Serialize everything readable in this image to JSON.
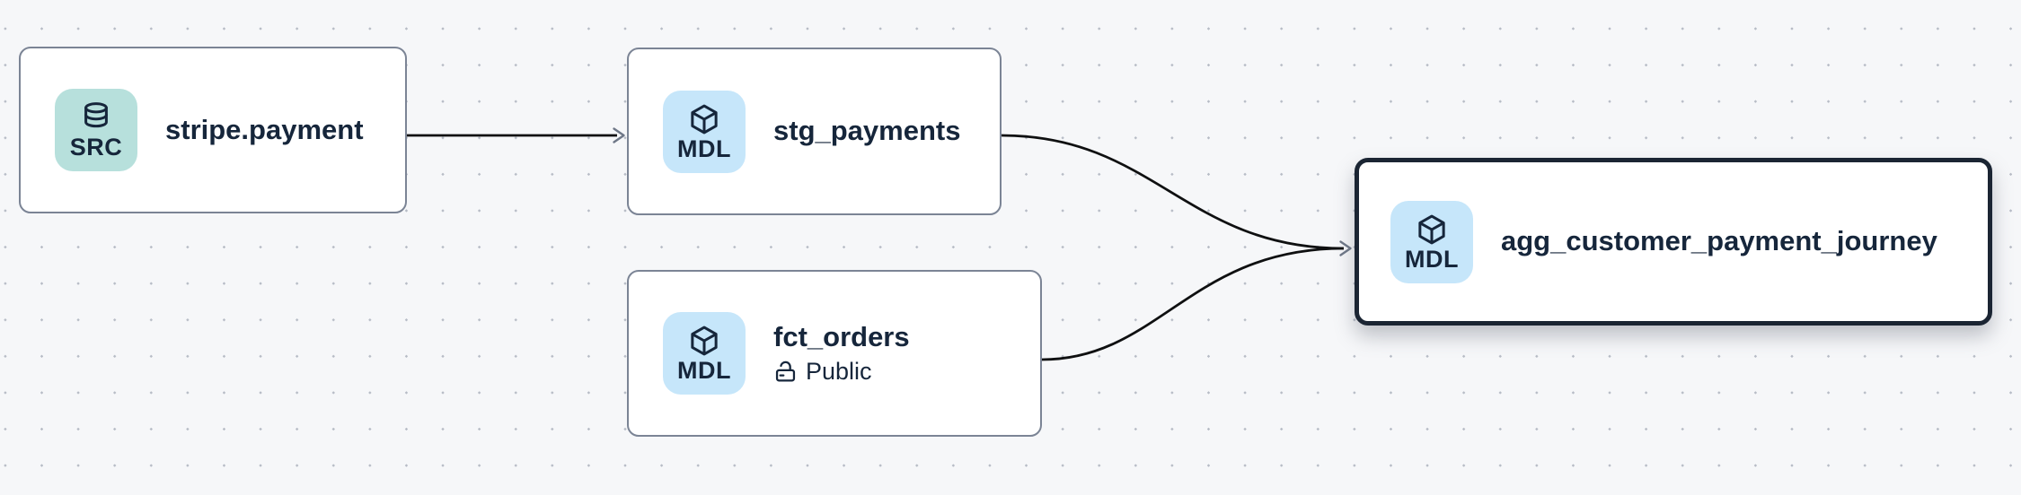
{
  "canvas": {
    "background_color": "#f6f7f9",
    "dot_grid_color": "#b7bcc6",
    "edge_color": "#0f1011",
    "arrowhead_color": "#6e7787",
    "selected_border_color": "#1b2533",
    "node_border_color": "#7b8495"
  },
  "nodes": [
    {
      "label": "stripe.payment",
      "type_badge": "SRC",
      "type_icon": "database-icon",
      "badge_color": "#b7e0dc",
      "selected": false
    },
    {
      "label": "stg_payments",
      "type_badge": "MDL",
      "type_icon": "cube-icon",
      "badge_color": "#c6e6fa",
      "selected": false
    },
    {
      "label": "fct_orders",
      "type_badge": "MDL",
      "type_icon": "cube-icon",
      "badge_color": "#c6e6fa",
      "access_label": "Public",
      "access_icon": "unlock-icon",
      "selected": false
    },
    {
      "label": "agg_customer_payment_journey",
      "type_badge": "MDL",
      "type_icon": "cube-icon",
      "badge_color": "#c6e6fa",
      "selected": true
    }
  ],
  "edges": [
    {
      "from": "stripe.payment",
      "to": "stg_payments"
    },
    {
      "from": "stg_payments",
      "to": "agg_customer_payment_journey"
    },
    {
      "from": "fct_orders",
      "to": "agg_customer_payment_journey"
    }
  ]
}
